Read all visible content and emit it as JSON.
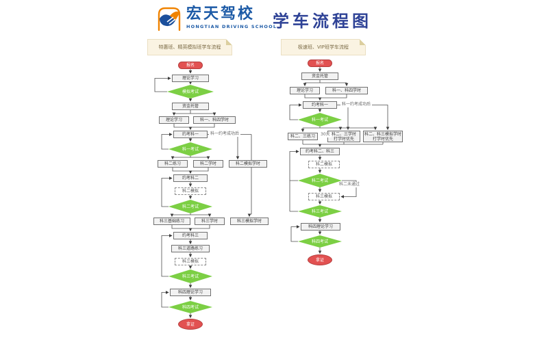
{
  "header": {
    "logo_cn": "宏天驾校",
    "logo_en": "HONGTIAN DRIVING SCHOOL",
    "title": "学车流程图"
  },
  "colors": {
    "brand_blue": "#1c5aa6",
    "title_blue": "#2e4296",
    "node_green": "#7ccf44",
    "node_red": "#e25151",
    "box_gray": "#f2f2f2",
    "header_band": "#faf3e2"
  },
  "charts": [
    {
      "header": "特惠班、精英模拟班学车流程",
      "nodes": {
        "start": "报名",
        "theory": "理论学习",
        "mock_exam": "模拟考试",
        "escrow": "资金托管",
        "theory2": "理论学习",
        "s14_hours": "科一、科四学时",
        "book_s1": "约考科一",
        "s1_exam": "科一考试",
        "s2_practice": "科二练习",
        "s2_hours": "科二学时",
        "s2_mock_hours": "科二模拟学时",
        "book_s2": "约考科二",
        "s2_mock": "科二模拟",
        "s2_exam": "科二考试",
        "s3_basic": "科三基础练习",
        "s3_hours": "科三学时",
        "s3_mock_hours": "科三模拟学时",
        "book_s3": "约考科三",
        "s3_road": "科三道路练习",
        "s3_mock": "科三模拟",
        "s3_exam": "科三考试",
        "s4_theory": "科四理论学习",
        "s4_exam": "科四考试",
        "end": "拿证"
      },
      "labels": {
        "s1_booked": "科一约考成功后"
      }
    },
    {
      "header": "极速班、VIP班学车流程",
      "nodes": {
        "start": "报名",
        "escrow": "资金托管",
        "theory": "理论学习",
        "s14_hours": "科一、科四学时",
        "book_s1": "约考科一",
        "s1_exam": "科一考试",
        "s23_practice": "科二、三练习",
        "s23_hours_l1": "科二、三学时",
        "s23_hours_l2": "打学时优先",
        "s23_mock_hours_l1": "科二、科三模拟学时",
        "s23_mock_hours_l2": "打学时优先",
        "book_s23": "约考科二、科三",
        "s2_mock": "科二模拟",
        "s2_exam": "科二考试",
        "s3_mock": "科三模拟",
        "s3_exam": "科三考试",
        "s4_theory": "科四理论学习",
        "s4_exam": "科四考试",
        "end": "拿证"
      },
      "labels": {
        "s1_booked": "科一约考成功后",
        "days": "30天",
        "s2_fail": "科二未通过"
      }
    }
  ]
}
